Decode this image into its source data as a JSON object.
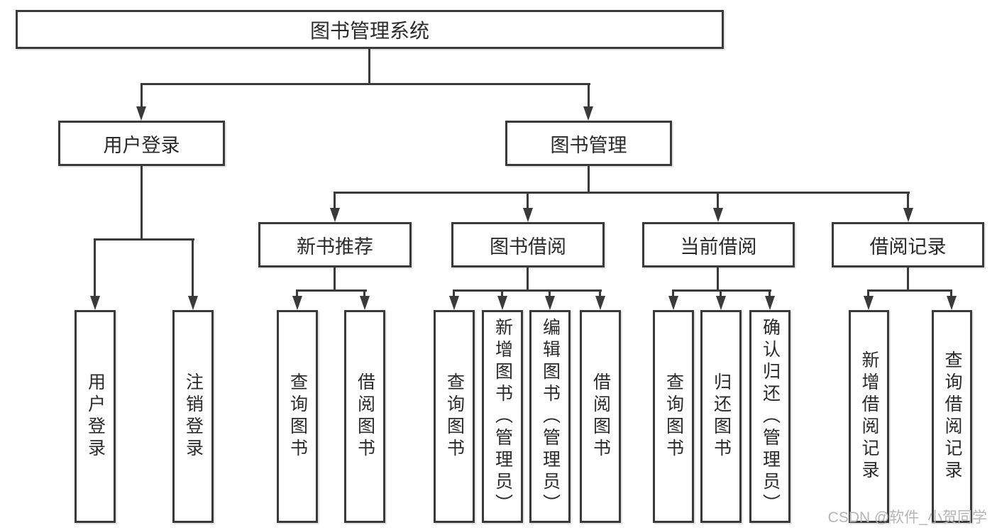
{
  "tree": {
    "root": {
      "label": "图书管理系统",
      "children": [
        {
          "label": "用户登录",
          "children": [
            {
              "label": "用户登录"
            },
            {
              "label": "注销登录"
            }
          ]
        },
        {
          "label": "图书管理",
          "children": [
            {
              "label": "新书推荐",
              "children": [
                {
                  "label": "查询图书"
                },
                {
                  "label": "借阅图书"
                }
              ]
            },
            {
              "label": "图书借阅",
              "children": [
                {
                  "label": "查询图书"
                },
                {
                  "label": "新增图书（管理员）"
                },
                {
                  "label": "编辑图书（管理员）"
                },
                {
                  "label": "借阅图书"
                }
              ]
            },
            {
              "label": "当前借阅",
              "children": [
                {
                  "label": "查询图书"
                },
                {
                  "label": "归还图书"
                },
                {
                  "label": "确认归还（管理员）"
                }
              ]
            },
            {
              "label": "借阅记录",
              "children": [
                {
                  "label": "新增借阅记录"
                },
                {
                  "label": "查询借阅记录"
                }
              ]
            }
          ]
        }
      ]
    }
  },
  "watermark": "CSDN @软件_小贺同学",
  "colors": {
    "line": "#3a3a3a",
    "text": "#2a2a2a",
    "background": "#ffffff",
    "watermark": "#b5b5b5"
  }
}
